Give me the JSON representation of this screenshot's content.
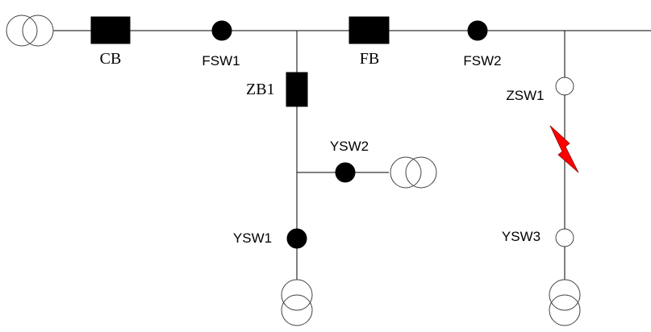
{
  "diagram": {
    "labels": {
      "cb": "CB",
      "fsw1": "FSW1",
      "fb": "FB",
      "fsw2": "FSW2",
      "zb1": "ZB1",
      "ysw2": "YSW2",
      "ysw1": "YSW1",
      "zsw1": "ZSW1",
      "ysw3": "YSW3"
    },
    "switch_states": {
      "fsw1": "closed",
      "fsw2": "closed",
      "ysw1": "closed",
      "ysw2": "closed",
      "zsw1": "open",
      "ysw3": "open"
    },
    "fault_marker_color": "#ff0000"
  }
}
